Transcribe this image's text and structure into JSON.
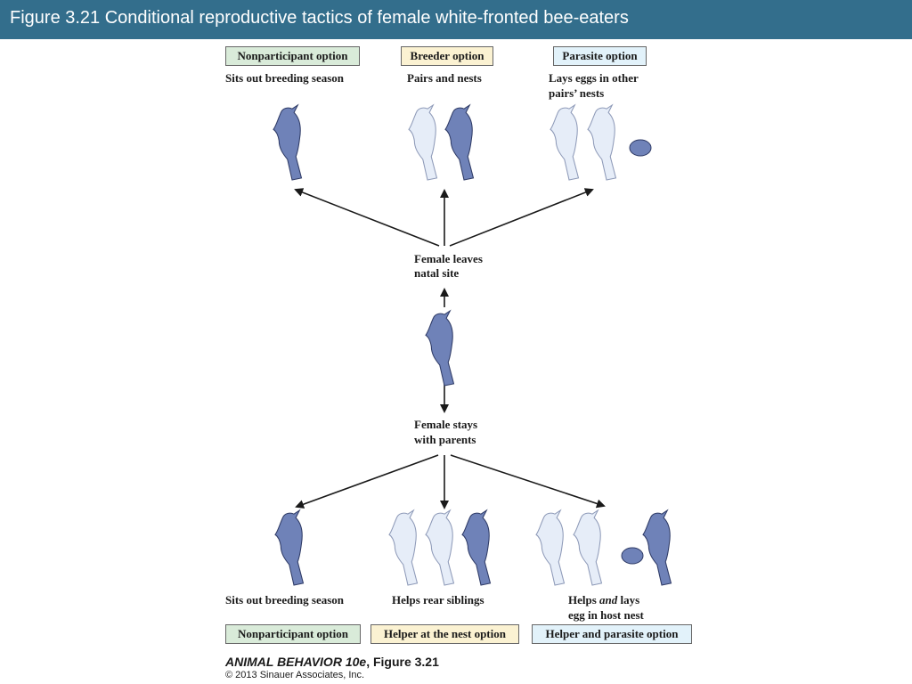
{
  "title": "Figure 3.21  Conditional reproductive tactics of female white-fronted bee-eaters",
  "top_options": {
    "nonparticipant": "Nonparticipant option",
    "breeder": "Breeder option",
    "parasite": "Parasite option"
  },
  "top_descriptions": {
    "nonparticipant": "Sits out breeding season",
    "breeder": "Pairs and nests",
    "parasite_line1": "Lays eggs in other",
    "parasite_line2": "pairs’ nests"
  },
  "middle": {
    "leaves_line1": "Female leaves",
    "leaves_line2": "natal site",
    "stays_line1": "Female stays",
    "stays_line2": "with parents"
  },
  "bottom_descriptions": {
    "nonparticipant": "Sits out breeding season",
    "helper": "Helps rear siblings",
    "helper_parasite_line1_a": "Helps ",
    "helper_parasite_line1_b": "and",
    "helper_parasite_line1_c": " lays",
    "helper_parasite_line2": "egg in host nest"
  },
  "bottom_options": {
    "nonparticipant": "Nonparticipant option",
    "helper": "Helper at the nest option",
    "helper_parasite": "Helper and parasite option"
  },
  "caption": {
    "book": "ANIMAL BEHAVIOR 10e",
    "figure": ", Figure 3.21",
    "copyright": "© 2013 Sinauer Associates, Inc."
  },
  "colors": {
    "title_bar": "#336e8c",
    "focal_bird": "#6f82b8",
    "other_bird": "#e6edf8",
    "green_box": "#d9ebd9",
    "yellow_box": "#fbf2d2",
    "blue_box": "#e2f2fa"
  }
}
